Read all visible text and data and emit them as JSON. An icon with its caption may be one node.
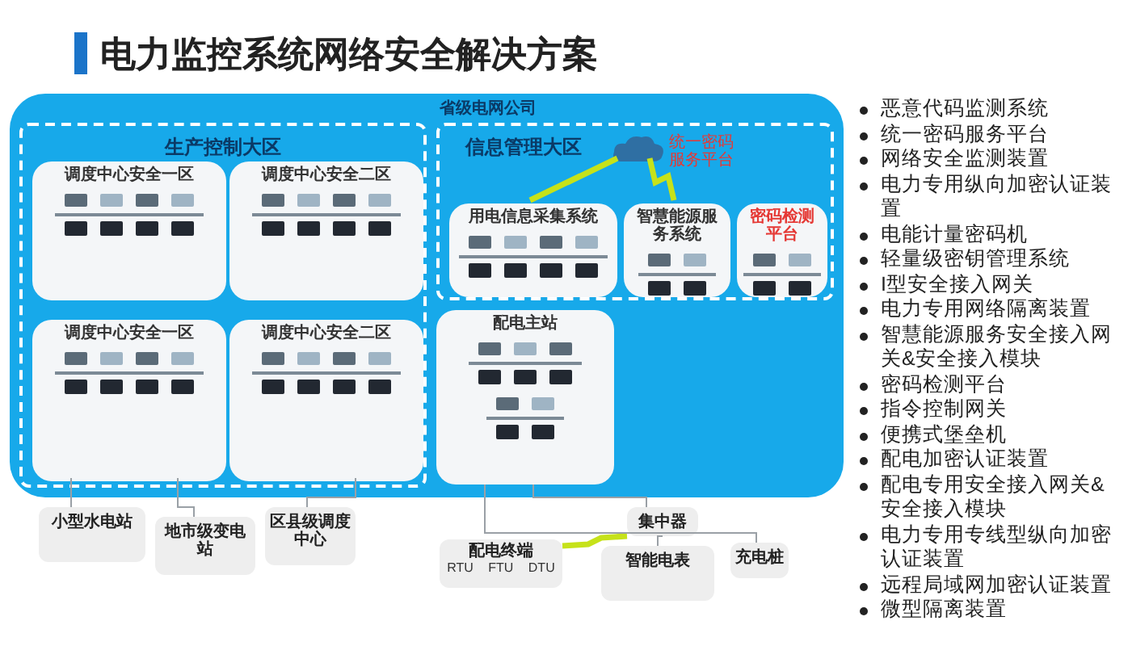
{
  "diagram": {
    "title": "电力监控系统网络安全解决方案",
    "nodes": [
      {
        "text": [
          "省级电网公司"
        ]
      },
      {
        "text": [
          "生产控制大区"
        ],
        "in": 0
      },
      {
        "text": [
          "调度中心安全一区"
        ],
        "in": 1
      },
      {
        "text": [
          "调度中心安全二区"
        ],
        "in": 1
      },
      {
        "text": [
          "调度中心安全一区"
        ],
        "in": 1
      },
      {
        "text": [
          "调度中心安全二区"
        ],
        "in": 1
      },
      {
        "text": [
          "信息管理大区"
        ],
        "in": 0
      },
      {
        "text": [
          "统一密码服务平台"
        ],
        "in": 6
      },
      {
        "text": [
          "用电信息采集系统"
        ],
        "in": 6
      },
      {
        "text": [
          "智慧能源服务系统"
        ],
        "in": 6
      },
      {
        "text": [
          "密码检测平台"
        ],
        "in": 6
      },
      {
        "text": [
          "配电主站"
        ],
        "in": 0
      },
      {
        "text": [
          "小型水电站"
        ]
      },
      {
        "text": [
          "地市级变电站"
        ]
      },
      {
        "text": [
          "区县级调度中心"
        ]
      },
      {
        "text": [
          "集中器"
        ]
      },
      {
        "text": [
          "配电终端",
          "RTU",
          "FTU",
          "DTU"
        ]
      },
      {
        "text": [
          "智能电表"
        ]
      },
      {
        "text": [
          "充电桩"
        ]
      }
    ],
    "edges": [
      {
        "from": 4,
        "to": 12,
        "arrow": "none"
      },
      {
        "from": 4,
        "to": 13,
        "arrow": "none"
      },
      {
        "from": 5,
        "to": 14,
        "arrow": "none"
      },
      {
        "from": 11,
        "to": 15,
        "arrow": "none"
      },
      {
        "from": 16,
        "to": 15,
        "arrow": "none",
        "style": "thick",
        "color": "#c6e21a"
      },
      {
        "from": 15,
        "to": 17,
        "arrow": "none"
      },
      {
        "from": 11,
        "to": 18,
        "arrow": "none"
      },
      {
        "from": 7,
        "to": 8,
        "arrow": "none",
        "style": "thick",
        "color": "#c6e21a"
      },
      {
        "from": 7,
        "to": 9,
        "arrow": "none",
        "style": "thick",
        "color": "#c6e21a"
      }
    ],
    "labels": [
      "恶意代码监测系统",
      "统一密码服务平台",
      "网络安全监测装置",
      "电力专用纵向加密认证装置",
      "电能计量密码机",
      "轻量级密钥管理系统",
      "I型安全接入网关",
      "电力专用网络隔离装置",
      "智慧能源服务安全接入网关&安全接入模块",
      "密码检测平台",
      "指令控制网关",
      "便携式堡垒机",
      "配电加密认证装置",
      "配电专用安全接入网关&安全接入模块",
      "电力专用专线型纵向加密认证装置",
      "远程局域网加密认证装置",
      "微型隔离装置"
    ]
  }
}
